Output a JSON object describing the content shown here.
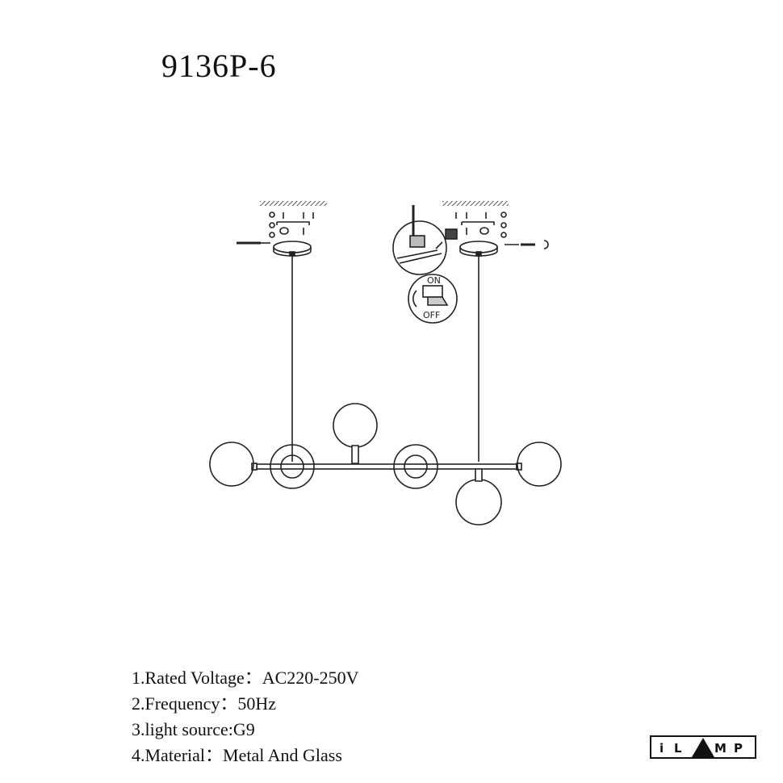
{
  "title": "9136P-6",
  "specs": [
    "1.Rated Voltage：AC220-250V",
    "2.Frequency：50Hz",
    "3.light source:G9",
    "4.Material：Metal And Glass"
  ],
  "switch_labels": {
    "on": "ON",
    "off": "OFF"
  },
  "logo": {
    "text": "iLAMP"
  }
}
